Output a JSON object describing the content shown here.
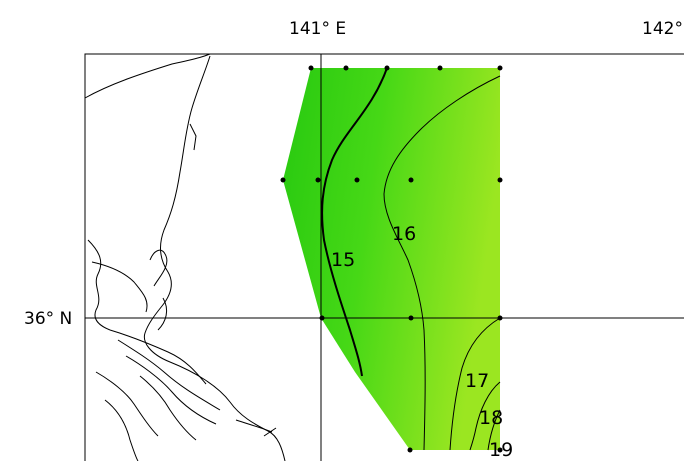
{
  "map": {
    "labels": {
      "lon_141": "141° E",
      "lon_142": "142°",
      "lat_36": "36° N"
    },
    "contours": [
      {
        "value": "15",
        "style": "bold"
      },
      {
        "value": "16",
        "style": "thin"
      },
      {
        "value": "17",
        "style": "thin"
      },
      {
        "value": "18",
        "style": "thin"
      },
      {
        "value": "19",
        "style": "thin"
      }
    ],
    "colors": {
      "field_dark": "#2ecc14",
      "field_light": "#8ee41f",
      "coastline": "#000000",
      "grid": "#000000",
      "station": "#000000"
    }
  }
}
